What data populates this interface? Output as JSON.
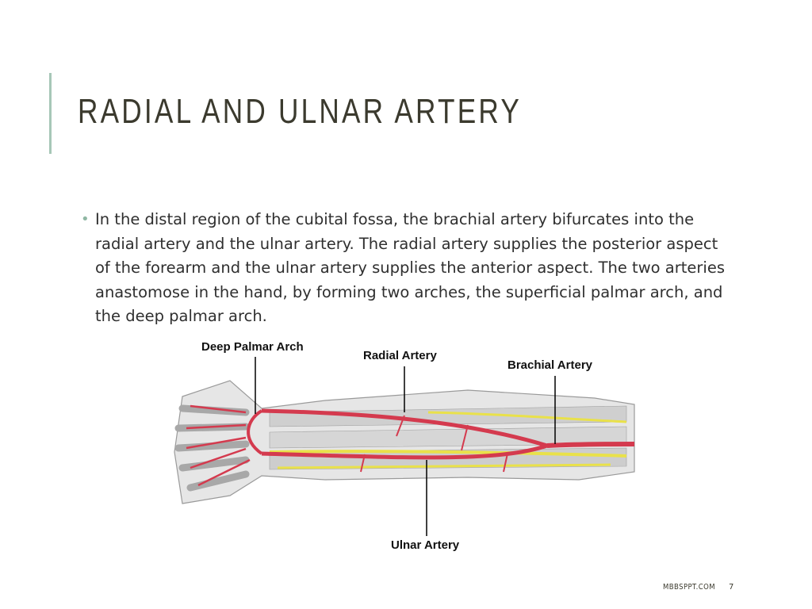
{
  "slide": {
    "title": "RADIAL AND ULNAR ARTERY",
    "bullets": [
      "In the distal region of the cubital fossa, the brachial artery bifurcates into the radial artery and the ulnar artery. The radial artery supplies the posterior aspect of the forearm and the ulnar artery supplies the anterior aspect. The two arteries anastomose in the hand, by forming two arches, the superficial palmar arch, and the deep palmar arch."
    ]
  },
  "figure": {
    "labels": {
      "deep_palmar_arch": "Deep Palmar Arch",
      "radial_artery": "Radial Artery",
      "brachial_artery": "Brachial Artery",
      "ulnar_artery": "Ulnar Artery"
    },
    "colors": {
      "artery": "#d43a4e",
      "nerve": "#e9e14a",
      "muscle": "#bfbfbf"
    }
  },
  "footer": {
    "site": "MBBSPPT.COM",
    "page": "7"
  },
  "colors": {
    "accent": "#a7c7b7",
    "title": "#3b3a2e",
    "bullet": "#8fb7a3"
  }
}
